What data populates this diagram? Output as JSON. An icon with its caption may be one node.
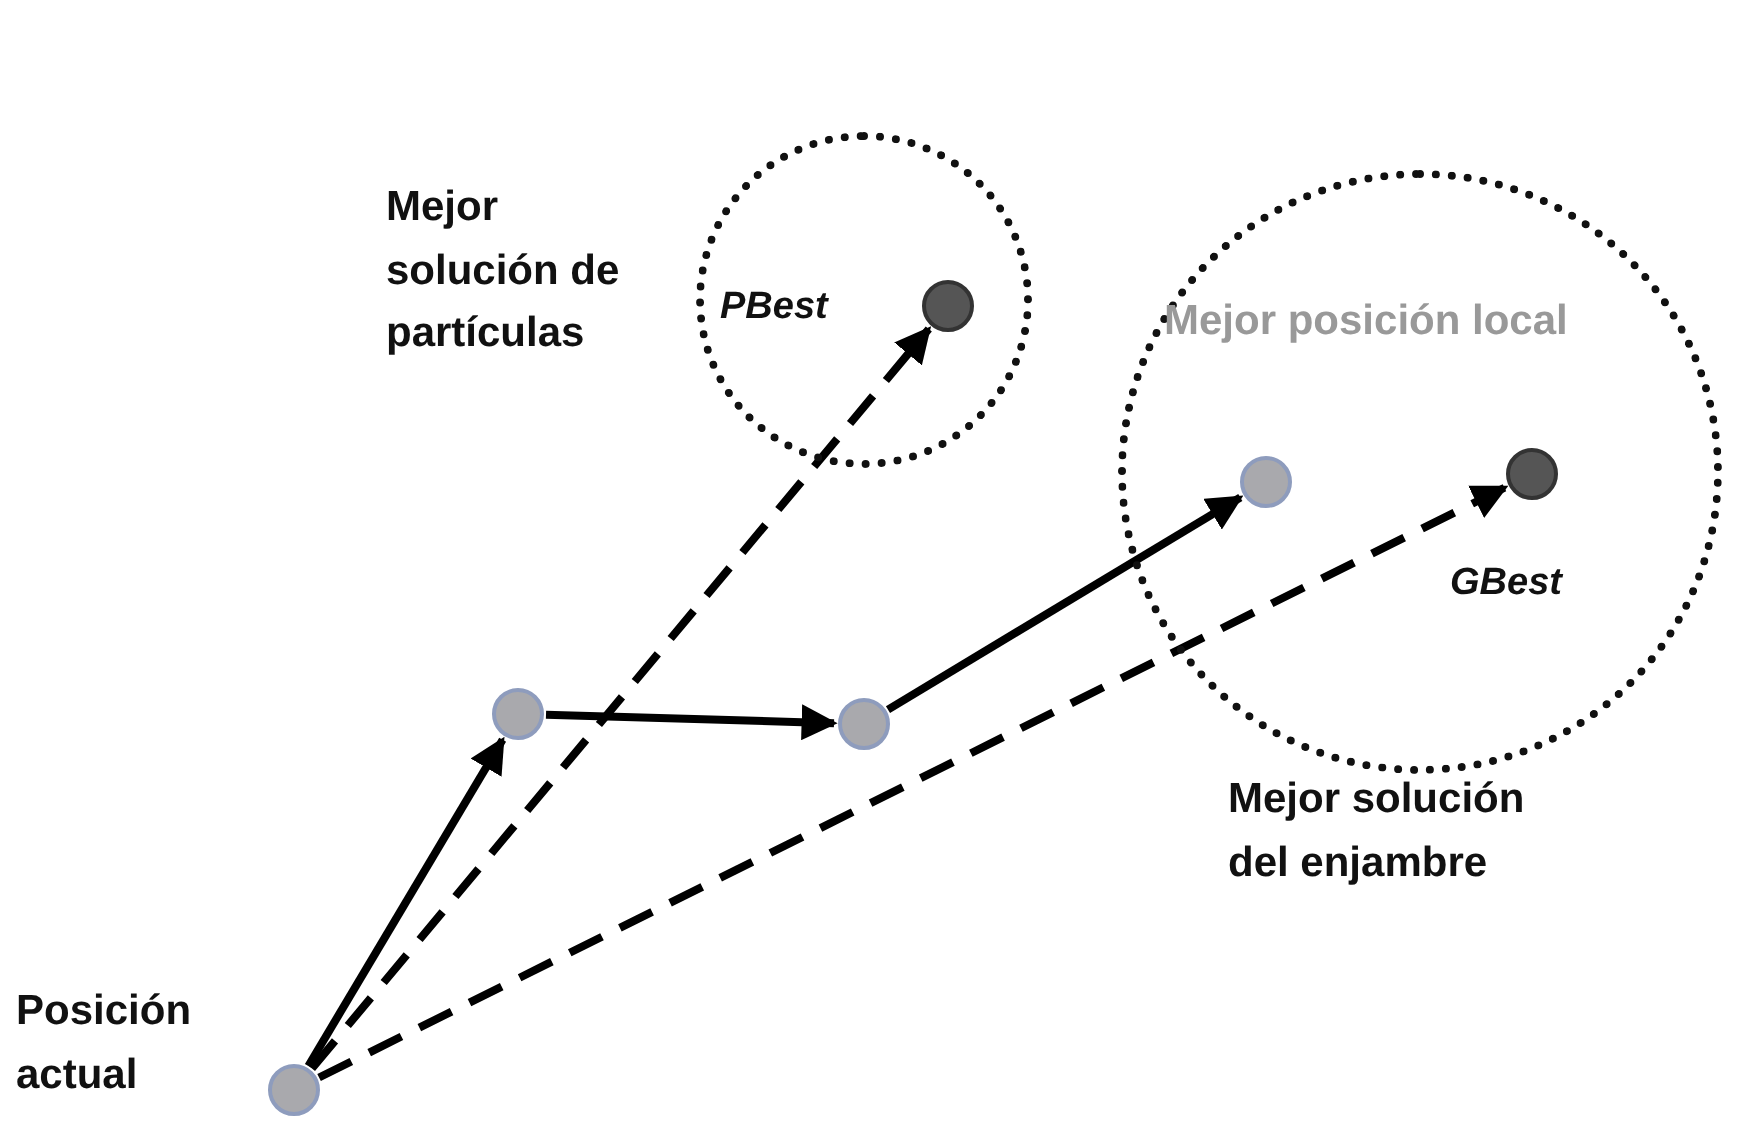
{
  "diagram": {
    "nodes": [
      {
        "text": [],
        "shape": "circle"
      },
      {
        "text": [],
        "shape": "circle",
        "in": 0,
        "beside": [
          "PBest"
        ]
      },
      {
        "text": [],
        "shape": "circle"
      },
      {
        "text": [],
        "shape": "circle",
        "in": 2,
        "beside": [
          "Mejor posición local"
        ]
      },
      {
        "text": [],
        "shape": "circle",
        "in": 2,
        "beside": [
          "GBest"
        ]
      },
      {
        "text": [],
        "shape": "circle"
      },
      {
        "text": [],
        "shape": "circle"
      },
      {
        "text": [],
        "shape": "circle",
        "beside": [
          "Posición actual"
        ]
      }
    ],
    "edges": [
      {
        "from": 7,
        "to": 5,
        "arrow": "to"
      },
      {
        "from": 5,
        "to": 6,
        "arrow": "to"
      },
      {
        "from": 6,
        "to": 3,
        "arrow": "to"
      },
      {
        "from": 7,
        "to": 1,
        "arrow": "to",
        "style": "dashed"
      },
      {
        "from": 7,
        "to": 4,
        "arrow": "to",
        "style": "dashed"
      }
    ],
    "labels": [
      "Mejor solución de partículas",
      "Mejor solución del enjambre"
    ]
  }
}
